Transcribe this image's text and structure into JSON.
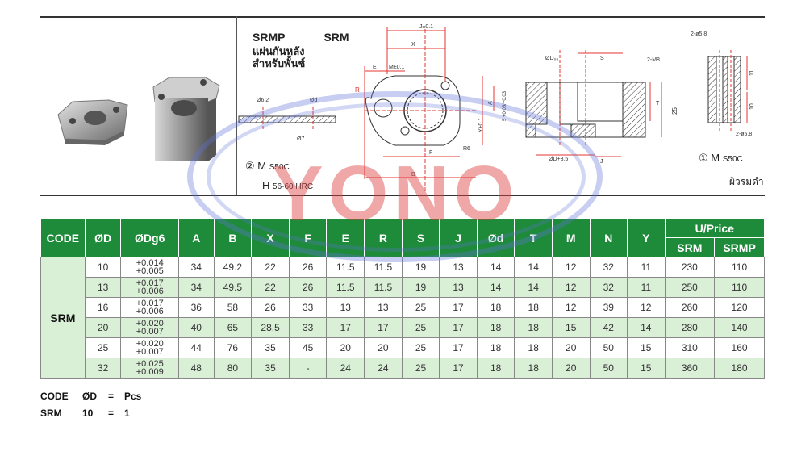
{
  "product": {
    "title_srmp": "SRMP",
    "title_srm": "SRM",
    "thai_line1": "แผ่นกันหลัง",
    "thai_line2": "สำหรับพั้นช์",
    "mat2_num": "②",
    "mat2_m": "M",
    "mat2_m_grade": "S50C",
    "mat2_h": "H",
    "mat2_h_grade": "56-60 HRC",
    "mat1_num": "①",
    "mat1_m": "M",
    "mat1_m_grade": "S50C",
    "finish": "ผิวรมดำ"
  },
  "drawing_labels": {
    "d62": "Ø6.2",
    "dd": "Ød",
    "d7": "Ø7",
    "m_tol": "M±0.1",
    "j_tol": "J±0.1",
    "x": "X",
    "e": "E",
    "r": "R",
    "f": "F",
    "b": "B",
    "r6": "R6",
    "y_tol": "Y±0.1",
    "a": "A",
    "s_tol": "5 +0.05/+0.03",
    "dd6": "ØD₀₆",
    "s": "S",
    "m8": "2-M8",
    "t": "T",
    "h25": "25",
    "d35": "ØD+3.5",
    "j": "J",
    "hole58a": "2-ø5.8",
    "hole58b": "2-ø5.8",
    "h11": "11",
    "h10": "10"
  },
  "watermark": "YONO",
  "table": {
    "headers": [
      "CODE",
      "ØD",
      "ØDg6",
      "A",
      "B",
      "X",
      "F",
      "E",
      "R",
      "S",
      "J",
      "Ød",
      "T",
      "M",
      "N",
      "Y"
    ],
    "price_header": "U/Price",
    "price_sub": [
      "SRM",
      "SRMP"
    ],
    "code": "SRM",
    "rows": [
      {
        "d": "10",
        "tol_hi": "+0.014",
        "tol_lo": "+0.005",
        "A": "34",
        "B": "49.2",
        "X": "22",
        "F": "26",
        "E": "11.5",
        "R": "11.5",
        "S": "19",
        "J": "13",
        "dd": "14",
        "T": "14",
        "M": "12",
        "N": "32",
        "Y": "11",
        "srm": "230",
        "srmp": "110"
      },
      {
        "d": "13",
        "tol_hi": "+0.017",
        "tol_lo": "+0.006",
        "A": "34",
        "B": "49.5",
        "X": "22",
        "F": "26",
        "E": "11.5",
        "R": "11.5",
        "S": "19",
        "J": "13",
        "dd": "14",
        "T": "14",
        "M": "12",
        "N": "32",
        "Y": "11",
        "srm": "250",
        "srmp": "110"
      },
      {
        "d": "16",
        "tol_hi": "+0.017",
        "tol_lo": "+0.006",
        "A": "36",
        "B": "58",
        "X": "26",
        "F": "33",
        "E": "13",
        "R": "13",
        "S": "25",
        "J": "17",
        "dd": "18",
        "T": "18",
        "M": "12",
        "N": "39",
        "Y": "12",
        "srm": "260",
        "srmp": "120"
      },
      {
        "d": "20",
        "tol_hi": "+0.020",
        "tol_lo": "+0.007",
        "A": "40",
        "B": "65",
        "X": "28.5",
        "F": "33",
        "E": "17",
        "R": "17",
        "S": "25",
        "J": "17",
        "dd": "18",
        "T": "18",
        "M": "15",
        "N": "42",
        "Y": "14",
        "srm": "280",
        "srmp": "140"
      },
      {
        "d": "25",
        "tol_hi": "+0.020",
        "tol_lo": "+0.007",
        "A": "44",
        "B": "76",
        "X": "35",
        "F": "45",
        "E": "20",
        "R": "20",
        "S": "25",
        "J": "17",
        "dd": "18",
        "T": "18",
        "M": "20",
        "N": "50",
        "Y": "15",
        "srm": "310",
        "srmp": "160"
      },
      {
        "d": "32",
        "tol_hi": "+0.025",
        "tol_lo": "+0.009",
        "A": "48",
        "B": "80",
        "X": "35",
        "F": "-",
        "E": "24",
        "R": "24",
        "S": "25",
        "J": "17",
        "dd": "18",
        "T": "18",
        "M": "20",
        "N": "50",
        "Y": "15",
        "srm": "360",
        "srmp": "180"
      }
    ]
  },
  "footer": {
    "line1": [
      "CODE",
      "ØD",
      "=",
      "Pcs"
    ],
    "line2": [
      "SRM",
      "10",
      "=",
      "1"
    ]
  },
  "colors": {
    "header_green": "#1e8b3a",
    "row_tint": "#d9efd6",
    "drawing_red": "#e3342f",
    "watermark_blue": "#5f73d7"
  }
}
